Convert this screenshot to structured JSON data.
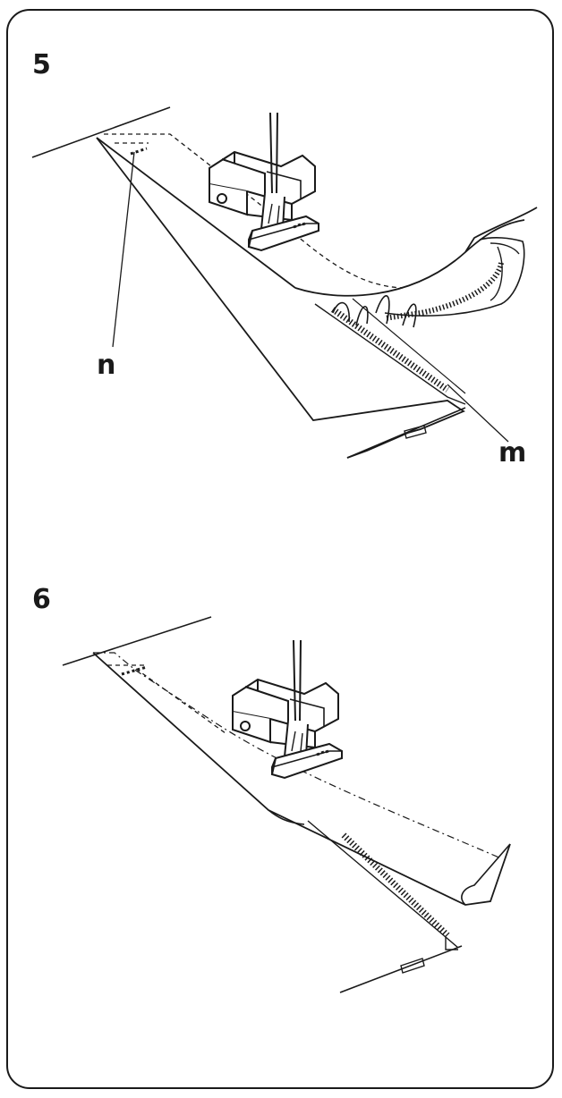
{
  "steps": [
    {
      "number": "5",
      "labels": {
        "n": "n",
        "m": "m"
      }
    },
    {
      "number": "6"
    }
  ],
  "colors": {
    "line": "#1a1a1a",
    "fill": "#ffffff"
  }
}
